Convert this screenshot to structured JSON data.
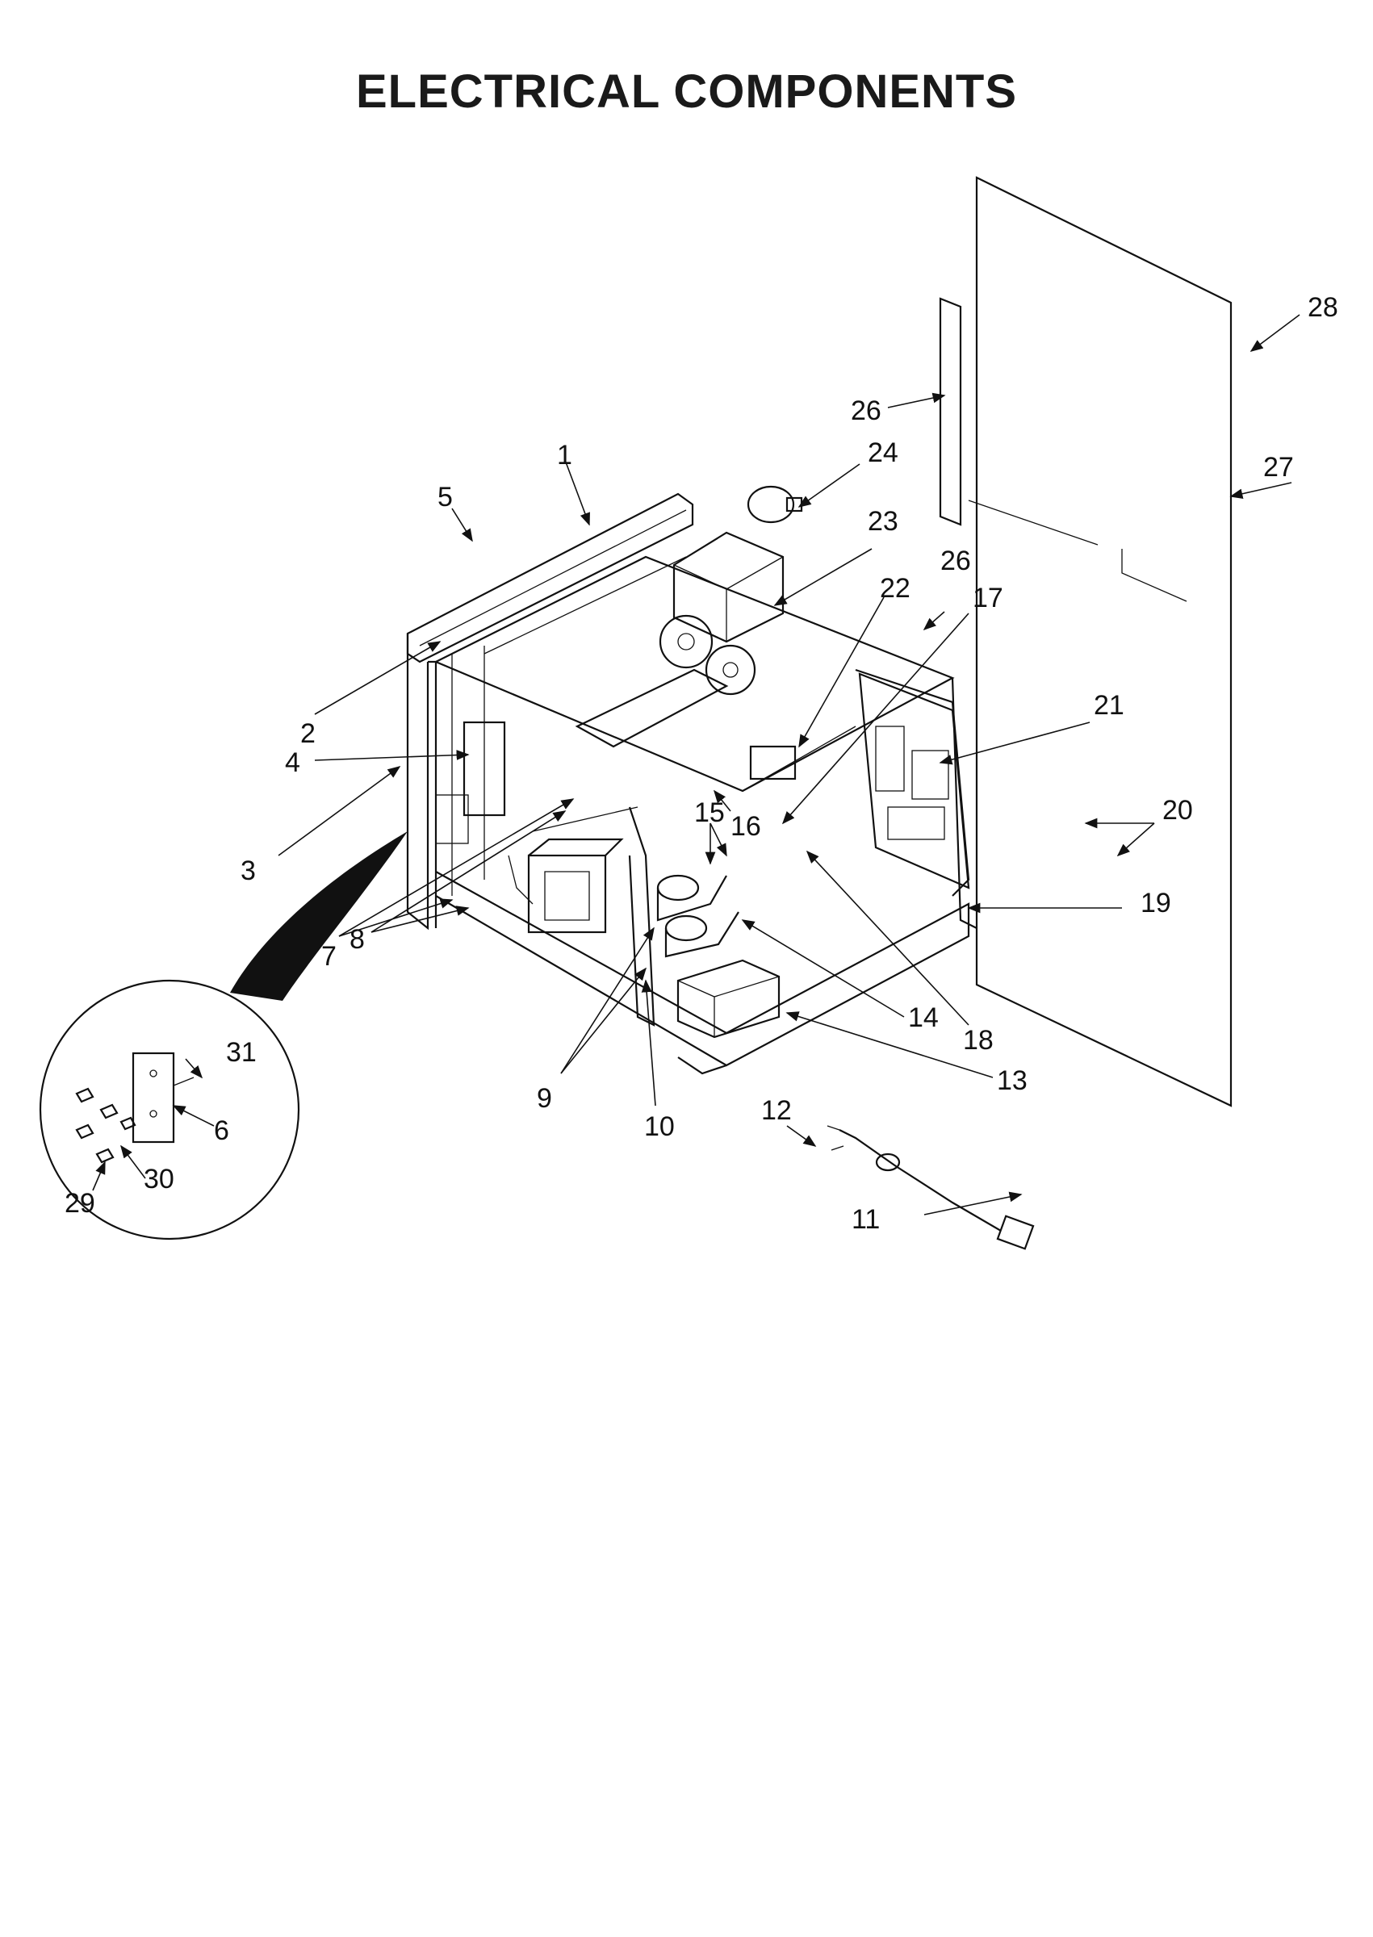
{
  "title": "ELECTRICAL COMPONENTS",
  "callouts": {
    "c1": "1",
    "c2": "2",
    "c3": "3",
    "c4": "4",
    "c5": "5",
    "c6": "6",
    "c7": "7",
    "c8": "8",
    "c9": "9",
    "c10": "10",
    "c11": "11",
    "c12": "12",
    "c13": "13",
    "c14": "14",
    "c15": "15",
    "c16": "16",
    "c17": "17",
    "c18": "18",
    "c19": "19",
    "c20": "20",
    "c21": "21",
    "c22": "22",
    "c23": "23",
    "c24": "24",
    "c26a": "26",
    "c26b": "26",
    "c27": "27",
    "c28": "28",
    "c29": "29",
    "c30": "30",
    "c31": "31"
  }
}
